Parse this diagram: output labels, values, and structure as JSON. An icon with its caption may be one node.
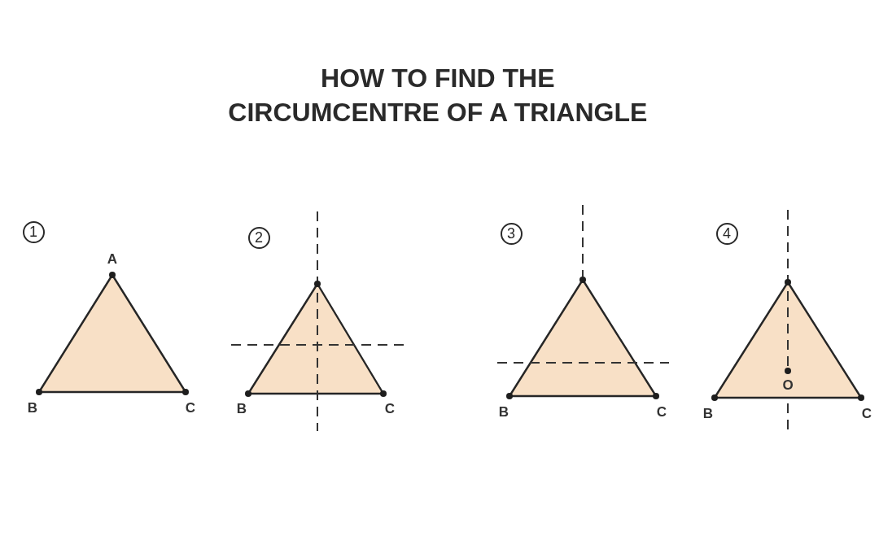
{
  "diagram": {
    "title": "HOW TO FIND THE CIRCUMCENTRE OF A TRIANGLE",
    "nodes": [
      {
        "text": [
          "1"
        ]
      },
      {
        "text": [],
        "shape": "triangle"
      },
      {
        "text": [
          "2"
        ]
      },
      {
        "text": [],
        "shape": "triangle"
      },
      {
        "text": [
          "3"
        ]
      },
      {
        "text": [],
        "shape": "triangle"
      },
      {
        "text": [
          "4"
        ]
      },
      {
        "text": [],
        "shape": "triangle"
      }
    ],
    "labels": [
      "A",
      "B",
      "C",
      "B",
      "C",
      "B",
      "C",
      "O",
      "B",
      "C"
    ]
  }
}
